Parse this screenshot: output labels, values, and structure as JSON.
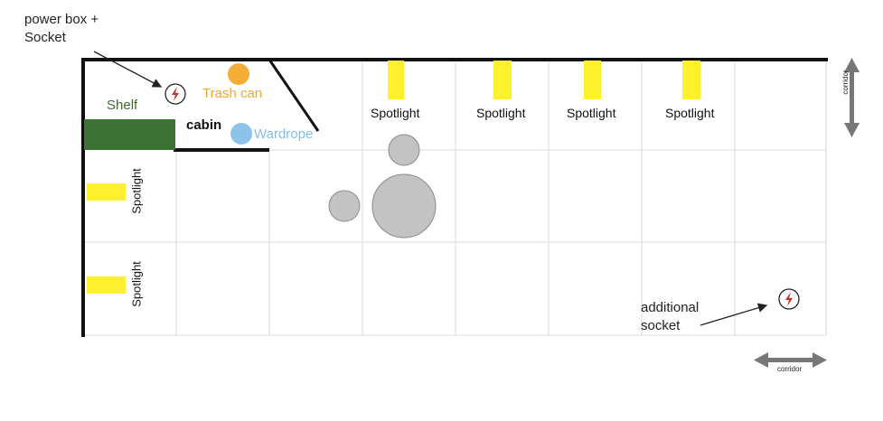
{
  "diagram": {
    "annotations": {
      "power_box": [
        "power box +",
        "Socket"
      ],
      "additional_socket": [
        "additional",
        "socket"
      ]
    },
    "labels": {
      "shelf": "Shelf",
      "cabin": "cabin",
      "trash_can": "Trash can",
      "wardrobe": "Wardrope",
      "corridor": "corridor"
    },
    "spotlights_top": [
      "Spotlight",
      "Spotlight",
      "Spotlight",
      "Spotlight"
    ],
    "spotlights_left": [
      "Spotlight",
      "Spotlight"
    ],
    "colors": {
      "wall": "#111111",
      "grid": "#d9d9d9",
      "shelf": "#3c7234",
      "spotlight": "#fdf12d",
      "trash_can": "#f4ae36",
      "wardrobe": "#8dc3ea",
      "table": "#c3c3c3",
      "power_icon": "#c0322e",
      "arrow": "#777777",
      "shelf_text": "#3a6b2a",
      "trash_text": "#f0a830",
      "wardrobe_text": "#86bde6"
    },
    "icons": [
      "power-socket-icon",
      "double-arrow-icon"
    ]
  }
}
